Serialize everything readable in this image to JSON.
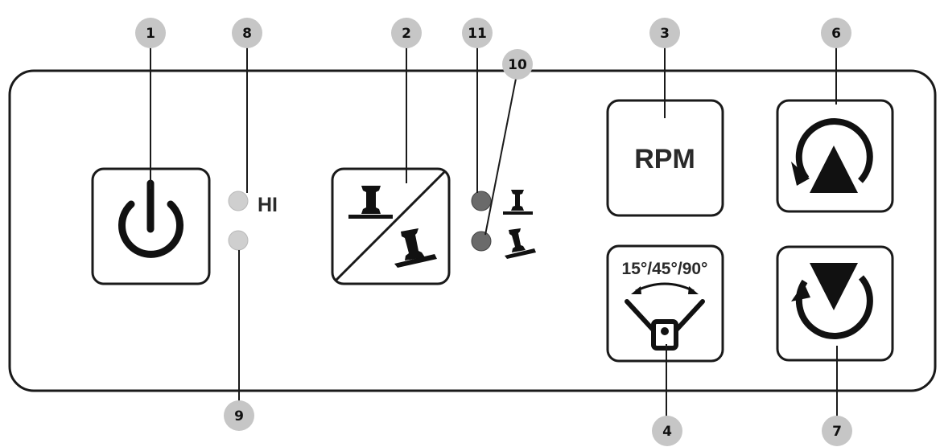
{
  "panel": {
    "buttons": {
      "power": {
        "icon": "power-icon"
      },
      "mode": {
        "icon": "mode-toggle-icon"
      },
      "rpm": {
        "label": "RPM"
      },
      "angle": {
        "label": "15°/45°/90°",
        "icon": "oscillation-angle-icon"
      },
      "rotate_up": {
        "icon": "rotate-up-icon"
      },
      "rotate_down": {
        "icon": "rotate-down-icon"
      }
    },
    "indicators": {
      "hi_label": "HI",
      "hi_led_color": "#cfcfcf",
      "low_led_color": "#cfcfcf",
      "mode1_led_color": "#6a6a6a",
      "mode2_led_color": "#6a6a6a"
    }
  },
  "callouts": [
    "1",
    "8",
    "2",
    "11",
    "10",
    "3",
    "6",
    "9",
    "4",
    "7"
  ],
  "colors": {
    "callout_fill": "#c6c6c6",
    "stroke": "#1a1a1a"
  }
}
